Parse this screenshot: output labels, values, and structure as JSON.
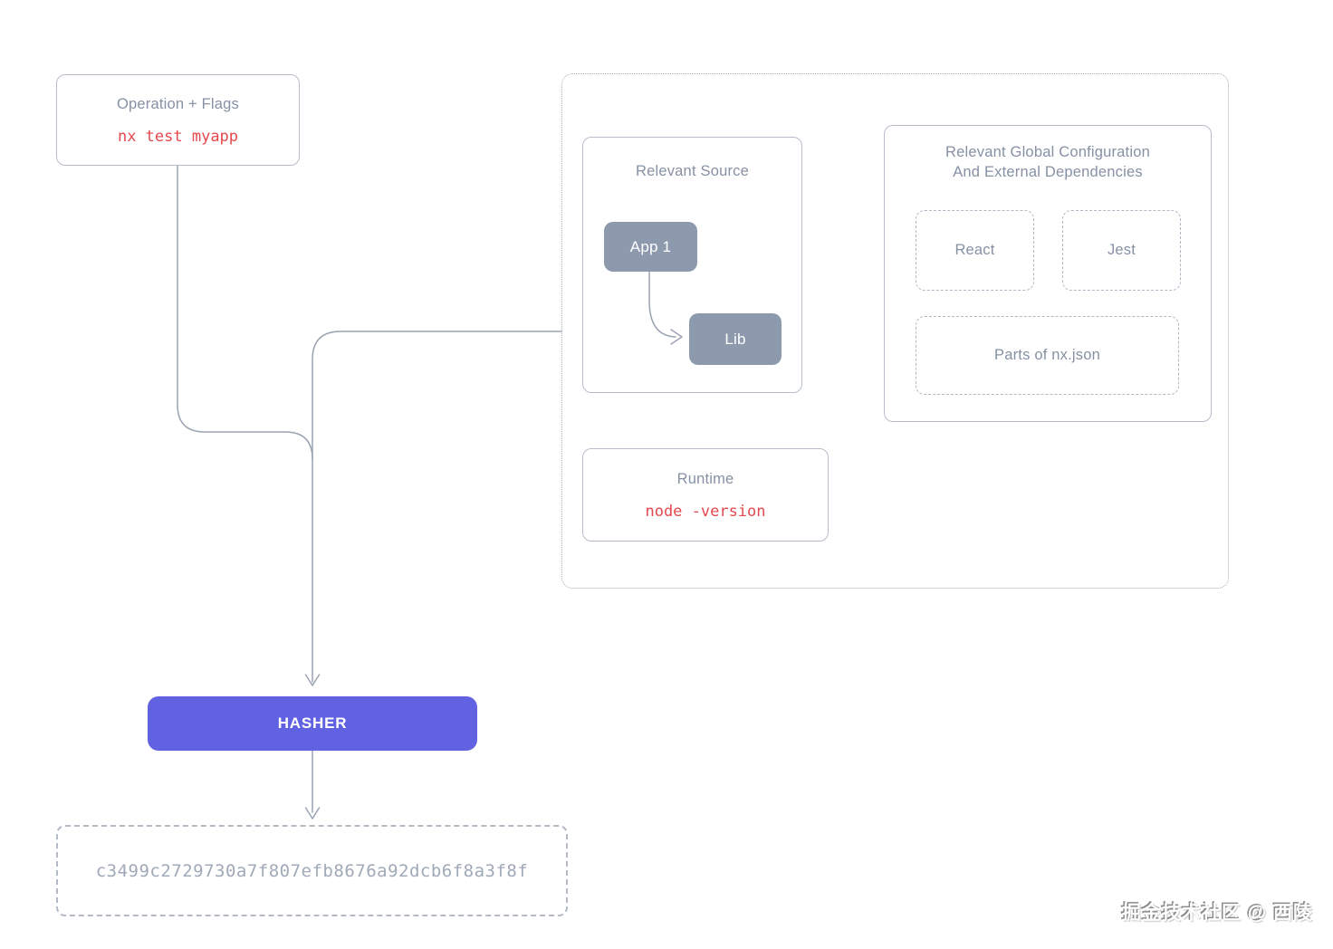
{
  "operation_box": {
    "title": "Operation + Flags",
    "code": "nx test myapp"
  },
  "inputs": {
    "relevant_source": {
      "title": "Relevant Source",
      "app": "App 1",
      "lib": "Lib"
    },
    "global_config": {
      "title_line1": "Relevant Global Configuration",
      "title_line2": "And External Dependencies",
      "react": "React",
      "jest": "Jest",
      "nx_json": "Parts of nx.json"
    },
    "runtime": {
      "title": "Runtime",
      "code": "node -version"
    }
  },
  "hasher": {
    "label": "HASHER"
  },
  "output": {
    "hash": "c3499c2729730a7f807efb8676a92dcb6f8a3f8f"
  },
  "watermark": "掘金技术社区 @ 西陵",
  "colors": {
    "accent_purple": "#6162e2",
    "node_gray": "#8d9aad",
    "code_red": "#e5484d",
    "line_gray": "#9aa3b2",
    "title_gray": "#8691a4",
    "hash_gray": "#a0a9b8"
  }
}
